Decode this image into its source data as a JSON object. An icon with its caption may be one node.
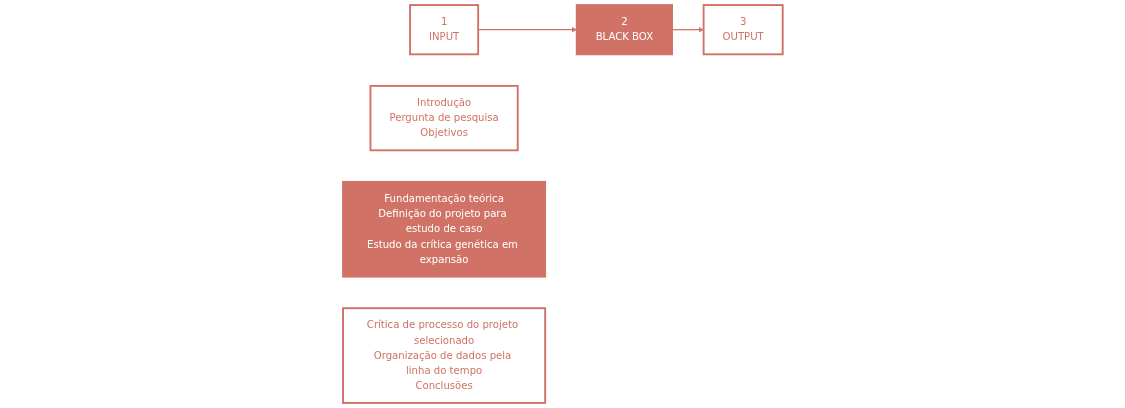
{
  "diagram": {
    "nodes": [
      {
        "text": [
          "1",
          "INPUT"
        ]
      },
      {
        "text": [
          "2",
          "BLACK BOX"
        ]
      },
      {
        "text": [
          "3",
          "OUTPUT"
        ]
      },
      {
        "text": [
          "Introdução",
          "Pergunta de pesquisa",
          "Objetivos"
        ]
      },
      {
        "text": [
          "Fundamentação teórica",
          "Definição do projeto para estudo de caso",
          "Estudo da crítica genética em expansão"
        ]
      },
      {
        "text": [
          "Crítica de processo do projeto selecionado",
          "Organização de dados pela linha do tempo",
          "Conclusões"
        ]
      }
    ],
    "edges": [
      {
        "from": 0,
        "to": 1,
        "arrow": "to"
      },
      {
        "from": 1,
        "to": 2,
        "arrow": "to"
      }
    ]
  }
}
